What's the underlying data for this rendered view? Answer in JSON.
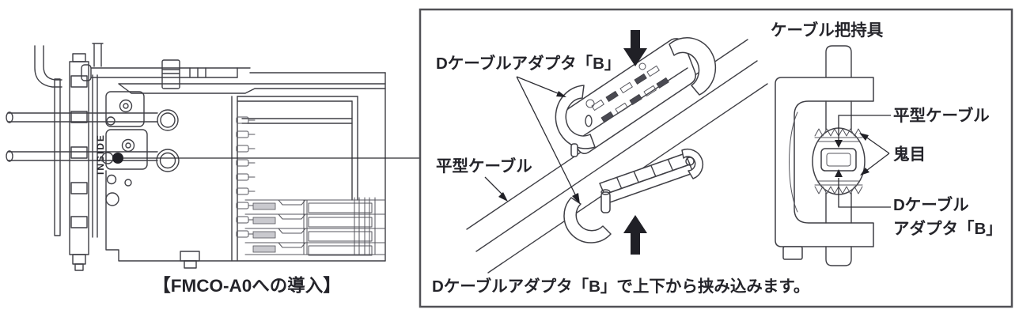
{
  "figure": {
    "left": {
      "caption": "【FMCO-A0への導入】",
      "inside_marking": "INSIDE"
    },
    "detail_box": {
      "label_adapter": "Dケーブルアダプタ「B」",
      "label_flat_cable": "平型ケーブル",
      "gripper": {
        "title": "ケーブル把持具",
        "label_flat_cable": "平型ケーブル",
        "label_spikes": "鬼目",
        "label_adapter_line1": "Dケーブル",
        "label_adapter_line2": "アダプタ「B」"
      },
      "caption": "Dケーブルアダプタ「B」で上下から挟み込みます。"
    },
    "colors": {
      "line": "#3f3f45",
      "arrow": "#202026",
      "text": "#24242a",
      "box_border": "#515156",
      "background": "#ffffff"
    }
  }
}
